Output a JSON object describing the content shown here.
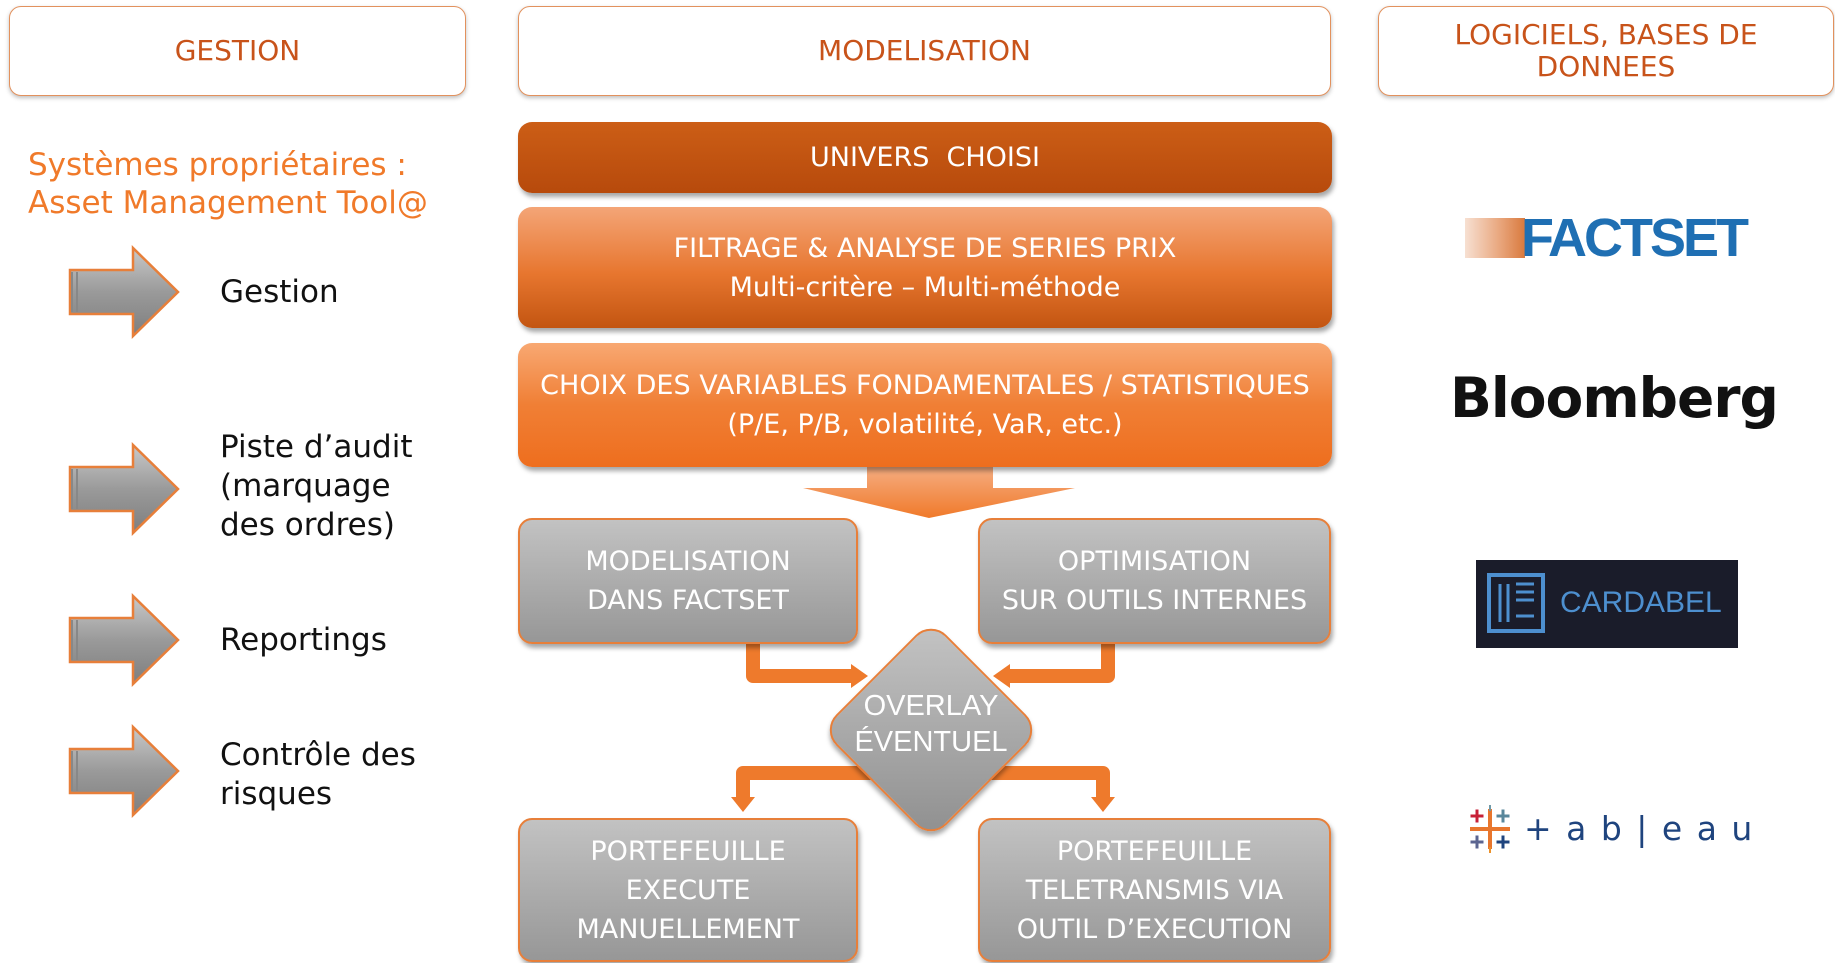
{
  "headers": {
    "gestion": "GESTION",
    "modelisation": "MODELISATION",
    "logiciels_line1": "LOGICIELS, BASES DE",
    "logiciels_line2": "DONNEES"
  },
  "gestion": {
    "system_line1": "Systèmes propriétaires :",
    "system_line2": "Asset Management Tool@",
    "items": [
      {
        "lines": [
          "Gestion"
        ]
      },
      {
        "lines": [
          "Piste d’audit",
          "(marquage",
          "des ordres)"
        ]
      },
      {
        "lines": [
          "Reportings"
        ]
      },
      {
        "lines": [
          "Contrôle des",
          "risques"
        ]
      }
    ]
  },
  "flow": {
    "univers": "UNIVERS  CHOISI",
    "filtrage_line1": "FILTRAGE & ANALYSE DE SERIES PRIX",
    "filtrage_line2": "Multi-critère – Multi-méthode",
    "choix_line1": "CHOIX DES VARIABLES FONDAMENTALES / STATISTIQUES",
    "choix_line2": "(P/E, P/B, volatilité, VaR, etc.)",
    "modelisation_line1": "MODELISATION",
    "modelisation_line2": "DANS FACTSET",
    "optimisation_line1": "OPTIMISATION",
    "optimisation_line2": "SUR OUTILS INTERNES",
    "overlay_line1": "OVERLAY",
    "overlay_line2": "ÉVENTUEL",
    "portefeuille1_line1": "PORTEFEUILLE",
    "portefeuille1_line2": "EXECUTE",
    "portefeuille1_line3": "MANUELLEMENT",
    "portefeuille2_line1": "PORTEFEUILLE",
    "portefeuille2_line2": "TELETRANSMIS VIA",
    "portefeuille2_line3": "OUTIL D’EXECUTION"
  },
  "logos": {
    "factset": "FACTSET",
    "bloomberg": "Bloomberg",
    "cardabel": "CARDABEL",
    "tableau": "+ a b | e a u"
  },
  "colors": {
    "accent": "#e2915d",
    "orange_dark": "#b74a0c",
    "orange": "#f07a2a",
    "grey": "#a6a6a6"
  }
}
